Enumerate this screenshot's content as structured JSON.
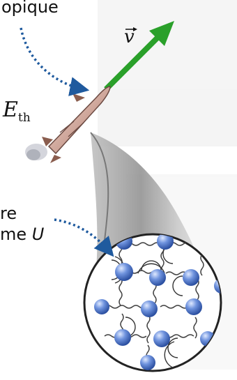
{
  "labels": {
    "top_fragment": "opique",
    "velocity": "v",
    "thermal_energy_main": "E",
    "thermal_energy_sub": "th",
    "molecule_fragment_1": "re",
    "molecule_fragment_2": "me ",
    "molecule_fragment_2_var": "U"
  },
  "colors": {
    "arrow_green": "#2aa02a",
    "dotted_blue": "#1f5a9e",
    "molecule_blue": "#4a78c8",
    "spring_gray": "#444444",
    "cone_gray": "#9a9a9a",
    "circle_border": "#222222"
  },
  "icons": {
    "rocket": "rocket-icon",
    "velocity_arrow": "arrow-icon",
    "zoom_cone": "magnifier-cone",
    "molecule_lattice": "molecule-lattice"
  }
}
